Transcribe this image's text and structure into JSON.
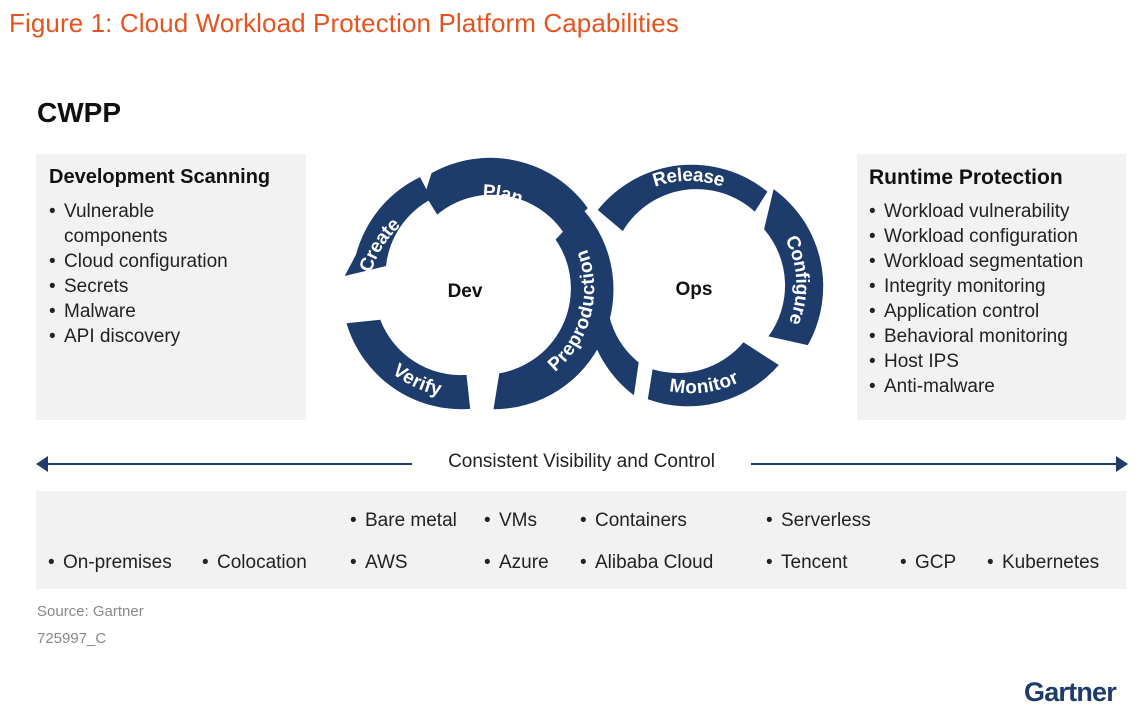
{
  "figure_title": "Figure 1: Cloud Workload Protection Platform Capabilities",
  "diagram_title": "CWPP",
  "development_scanning": {
    "title": "Development Scanning",
    "items": [
      "Vulnerable",
      "components",
      "Cloud configuration",
      "Secrets",
      "Malware",
      "API discovery"
    ]
  },
  "runtime_protection": {
    "title": "Runtime Protection",
    "items": [
      "Workload vulnerability",
      "Workload configuration",
      "Workload segmentation",
      "Integrity monitoring",
      "Application control",
      "Behavioral monitoring",
      "Host IPS",
      "Anti-malware"
    ]
  },
  "cycle": {
    "dev_label": "Dev",
    "ops_label": "Ops",
    "stages": {
      "plan": "Plan",
      "create": "Create",
      "verify": "Verify",
      "preproduction": "Preproduction",
      "release": "Release",
      "configure": "Configure",
      "monitor": "Monitor"
    }
  },
  "visibility_label": "Consistent Visibility and Control",
  "platforms": {
    "row1": [
      "Bare metal",
      "VMs",
      "Containers",
      "Serverless"
    ],
    "row2": [
      "On-premises",
      "Colocation",
      "AWS",
      "Azure",
      "Alibaba Cloud",
      "Tencent",
      "GCP",
      "Kubernetes"
    ]
  },
  "source": "Source: Gartner",
  "figure_code": "725997_C",
  "brand": "Gartner",
  "colors": {
    "title_orange": "#e5541f",
    "navy": "#1d3b6b",
    "panel_gray": "#f2f2f2"
  }
}
